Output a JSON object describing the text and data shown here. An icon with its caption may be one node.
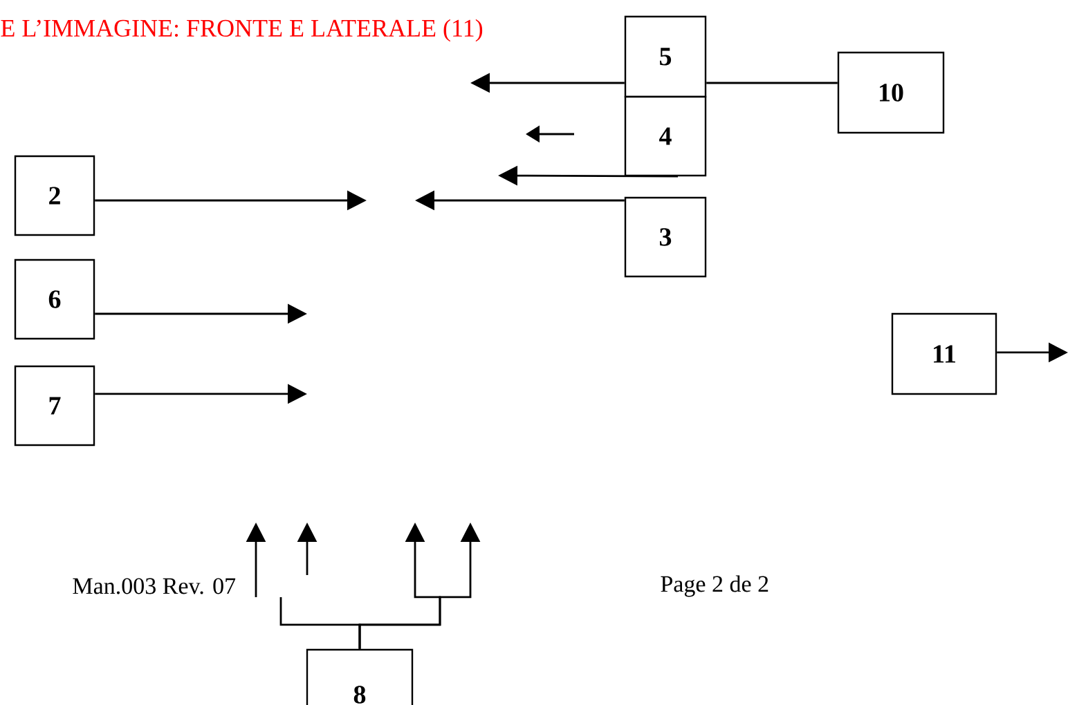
{
  "diagram": {
    "title": "E L’IMMAGINE: FRONTE E LATERALE (11)",
    "nodes": [
      {
        "text": [
          "5"
        ]
      },
      {
        "text": [
          "4"
        ]
      },
      {
        "text": [
          "3"
        ]
      },
      {
        "text": [
          "10"
        ]
      },
      {
        "text": [
          "2"
        ]
      },
      {
        "text": [
          "6"
        ]
      },
      {
        "text": [
          "7"
        ]
      },
      {
        "text": [
          "11"
        ]
      },
      {
        "text": [
          "8"
        ]
      }
    ],
    "edges": [
      {
        "from": 3,
        "to": 0,
        "arrow": "none"
      },
      {
        "from": 0,
        "to": null,
        "arrow": "to"
      },
      {
        "from": 1,
        "to": null,
        "arrow": "to"
      },
      {
        "from": 2,
        "to": null,
        "arrow": "to"
      },
      {
        "from": 4,
        "to": null,
        "arrow": "to"
      },
      {
        "from": 5,
        "to": null,
        "arrow": "to"
      },
      {
        "from": 6,
        "to": null,
        "arrow": "to"
      },
      {
        "from": 7,
        "to": null,
        "arrow": "to"
      },
      {
        "from": 8,
        "to": null,
        "arrow": "none"
      },
      {
        "from": 8,
        "to": null,
        "arrow": "to"
      },
      {
        "from": 8,
        "to": null,
        "arrow": "to"
      }
    ],
    "labels": [
      "Man.003 Rev. 07",
      "Page 2 de 2"
    ]
  }
}
